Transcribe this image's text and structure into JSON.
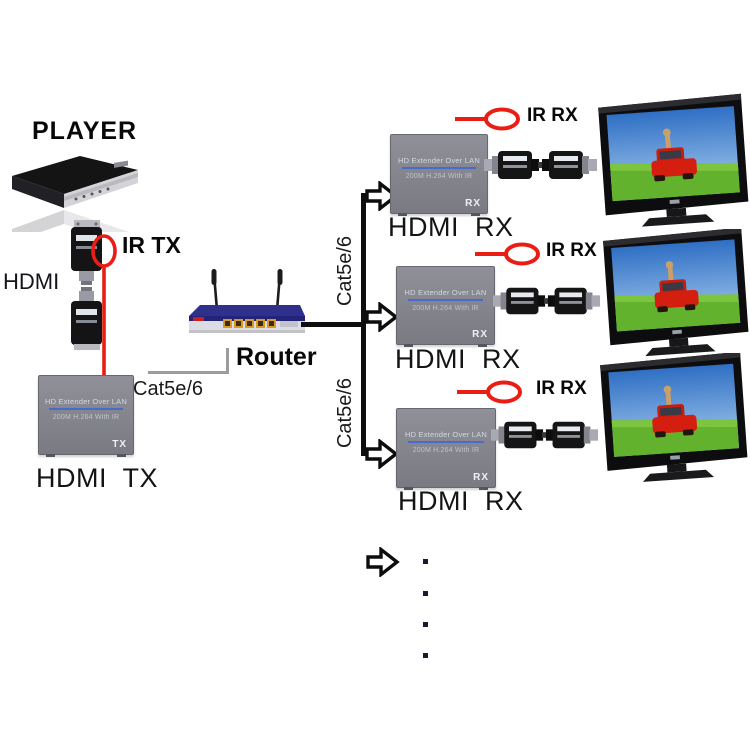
{
  "player": {
    "label": "PLAYER"
  },
  "hdmi": {
    "label": "HDMI"
  },
  "ir_tx": {
    "label": "IR TX"
  },
  "tx_box": {
    "line1": "HD Extender Over LAN",
    "line2": "200M H.264 With IR",
    "badge": "TX"
  },
  "tx_caption": "HDMI  TX",
  "cat5_tx_label": "Cat5e/6",
  "router": {
    "label": "Router"
  },
  "bus": {
    "cat5_upper": "Cat5e/6",
    "cat5_lower": "Cat5e/6"
  },
  "rx_rows": [
    {
      "ir_label": "IR RX",
      "box": {
        "line1": "HD Extender Over LAN",
        "line2": "200M H.264 With IR",
        "badge": "RX"
      },
      "caption": "HDMI  RX"
    },
    {
      "ir_label": "IR RX",
      "box": {
        "line1": "HD Extender Over LAN",
        "line2": "200M H.264 With IR",
        "badge": "RX"
      },
      "caption": "HDMI  RX"
    },
    {
      "ir_label": "IR RX",
      "box": {
        "line1": "HD Extender Over LAN",
        "line2": "200M H.264 With IR",
        "badge": "RX"
      },
      "caption": "HDMI  RX"
    }
  ],
  "colors": {
    "ir_red": "#ea1d15",
    "box_gray": "#84848c",
    "box_stripe_blue": "#4a6acc",
    "cable_black": "#0e0e0e",
    "router_blue": "#2f2f8c",
    "router_port_yellow": "#d89a1e",
    "tv_sky": "#3f84cf",
    "tv_grass": "#63b22e",
    "car_red": "#d41f10"
  }
}
